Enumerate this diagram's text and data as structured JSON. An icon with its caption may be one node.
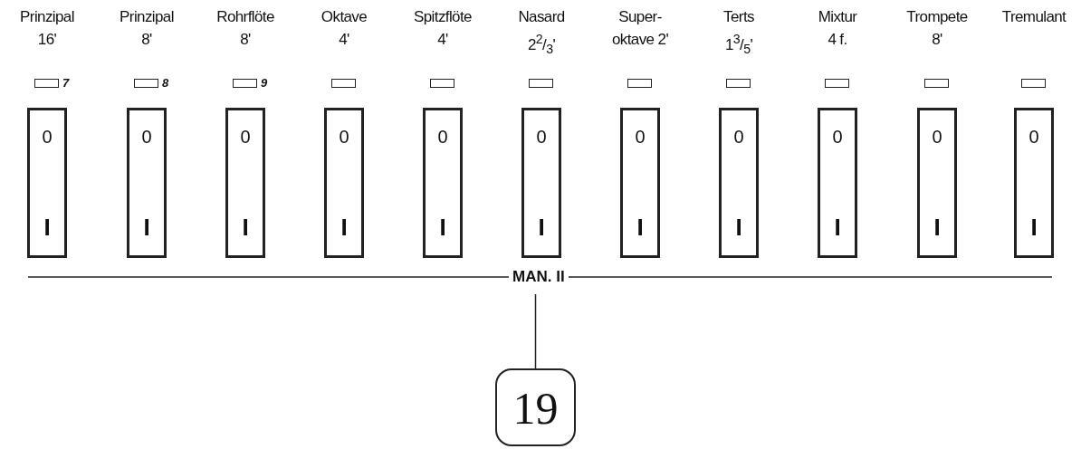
{
  "diagram": {
    "nodes": [
      {
        "text": [
          "0",
          "I"
        ]
      },
      {
        "text": [
          "0",
          "I"
        ]
      },
      {
        "text": [
          "0",
          "I"
        ]
      },
      {
        "text": [
          "0",
          "I"
        ]
      },
      {
        "text": [
          "0",
          "I"
        ]
      },
      {
        "text": [
          "0",
          "I"
        ]
      },
      {
        "text": [
          "0",
          "I"
        ]
      },
      {
        "text": [
          "0",
          "I"
        ]
      },
      {
        "text": [
          "0",
          "I"
        ]
      },
      {
        "text": [
          "0",
          "I"
        ]
      },
      {
        "text": [
          "0",
          "I"
        ]
      },
      {
        "text": [
          "MAN. II"
        ]
      },
      {
        "text": [
          "19"
        ]
      }
    ],
    "edges": [
      {
        "from": 12,
        "to": 11,
        "arrow": "none"
      }
    ],
    "labels": [
      "Prinzipal 16'",
      "Prinzipal 8'",
      "Rohrflöte 8'",
      "Oktave 4'",
      "Spitzflöte 4'",
      "Nasard 2$^{2}$/$_{3}$'",
      "Super- oktave 2'",
      "Terts 1$^{3}$/$_{5}$'",
      "Mixtur 4 f.",
      "Trompete 8'",
      "Tremulant",
      "7",
      "8",
      "9"
    ]
  }
}
